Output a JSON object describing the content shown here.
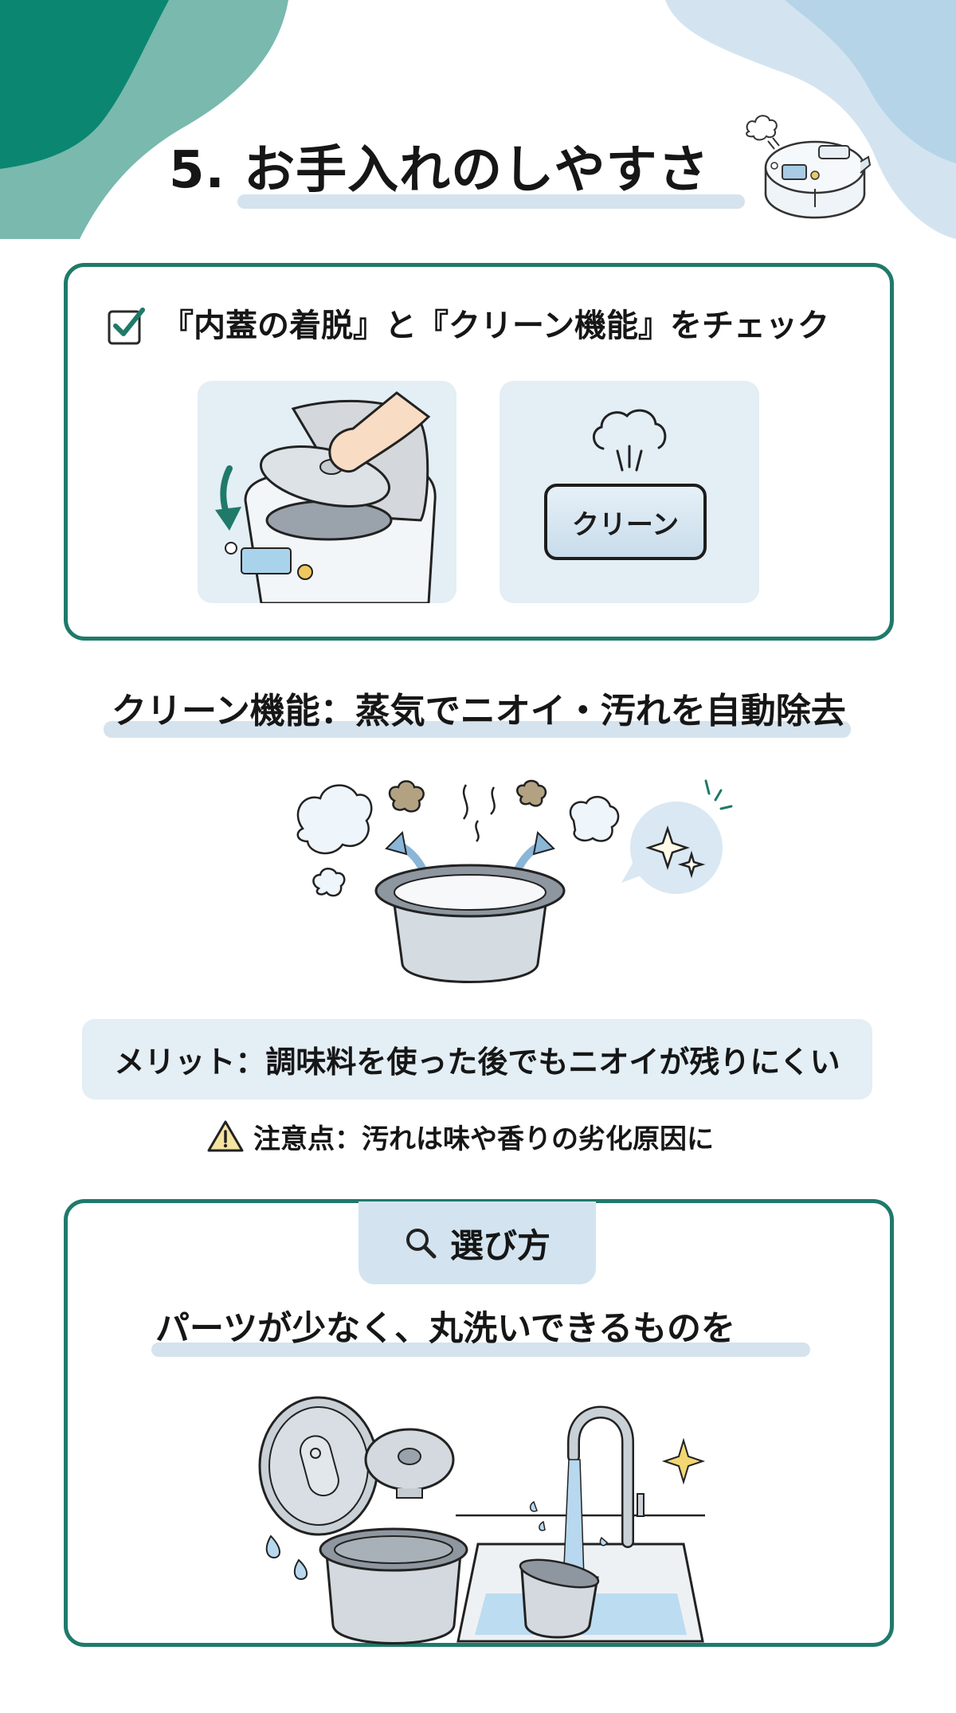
{
  "page": {
    "title": "5. お手入れのしやすさ",
    "colors": {
      "accent_teal": "#1f7a6a",
      "blob_dark_teal": "#0b8670",
      "blob_light_teal": "#79b9ae",
      "blob_light_blue": "#d3e4f0",
      "blob_mid_blue": "#b6d4e8",
      "panel_blue": "#e3eef5",
      "highlight_blue": "#d5e3ee"
    }
  },
  "header": {
    "title": "5. お手入れのしやすさ",
    "icon": "rice-cooker-icon"
  },
  "check_card": {
    "icon": "checkbox-checked-icon",
    "heading": "『内蓋の着脱』と『クリーン機能』をチェック",
    "panels": [
      {
        "illustration": "inner-lid-removal-illustration"
      },
      {
        "illustration": "clean-button-illustration",
        "button_label": "クリーン"
      }
    ]
  },
  "clean_function": {
    "heading": "クリーン機能：蒸気でニオイ・汚れを自動除去",
    "illustration": "steaming-inner-pot-illustration"
  },
  "benefit": {
    "text": "メリット：調味料を使った後でもニオイが残りにくい"
  },
  "caution": {
    "icon": "warning-icon",
    "text": "注意点：汚れは味や香りの劣化原因に"
  },
  "how_to_choose": {
    "tab_icon": "search-icon",
    "tab_label": "選び方",
    "tip": "パーツが少なく、丸洗いできるものを",
    "illustration": "washable-parts-sink-illustration"
  }
}
